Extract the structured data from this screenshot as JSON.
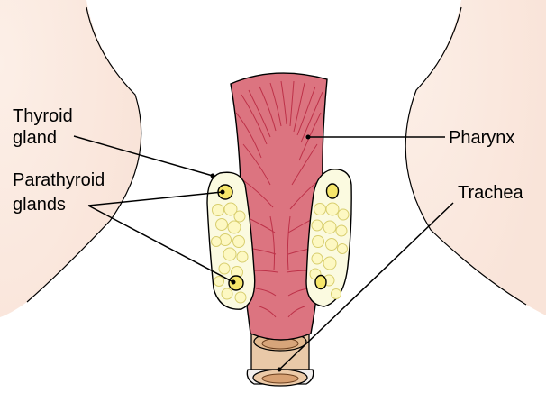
{
  "labels": {
    "thyroid_line1": "Thyroid",
    "thyroid_line2": "gland",
    "parathyroid_line1": "Parathyroid",
    "parathyroid_line2": "glands",
    "pharynx": "Pharynx",
    "trachea": "Trachea"
  },
  "colors": {
    "skin": "#fcefe7",
    "skin_shadow": "#f7ddd0",
    "muscle": "#dc7480",
    "muscle_fibers": "#b8263f",
    "gland_fill": "#fbfae0",
    "follicle_fill": "#fdf8c2",
    "follicle_stroke": "#d8ce6e",
    "parathyroid_fill": "#f6e66a",
    "cartilage": "#e9c9a8",
    "outline": "#000000"
  }
}
